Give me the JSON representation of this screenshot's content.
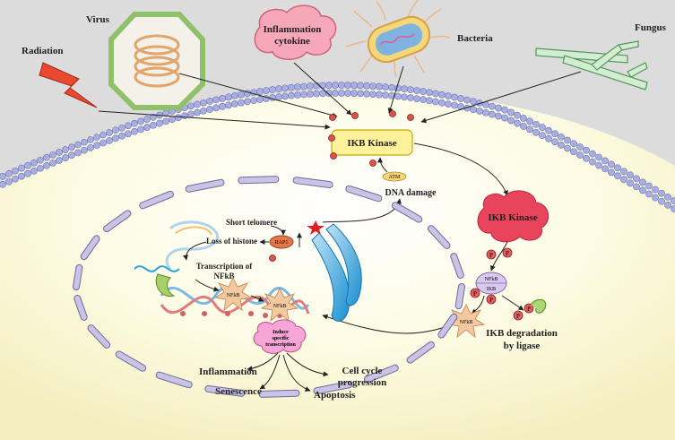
{
  "stimuli": {
    "virus": "Virus",
    "radiation": "Radiation",
    "inflammation_cytokine_line1": "Inflammation",
    "inflammation_cytokine_line2": "cytokine",
    "bacteria": "Bacteria",
    "fungus": "Fungus"
  },
  "membrane": {
    "ikb_kinase": "IKB Kinase"
  },
  "dna_response": {
    "atm": "ATM",
    "dna_damage": "DNA damage"
  },
  "cytoplasm": {
    "ikb_kinase_active": "IKB Kinase",
    "phospho_label": "P",
    "nfkb": "NFkB",
    "ikb": "IKB",
    "degradation_line1": "IKB degradation",
    "degradation_line2": "by ligase"
  },
  "nucleus": {
    "short_telomere": "Short telomere",
    "rap1": "RAP1",
    "loss_of_histone": "Loss of histone",
    "transcription_line1": "Transcription of",
    "transcription_line2": "NFkB",
    "nfkb_star1": "NFkB",
    "nfkb_star2": "NFkB",
    "induce_line1": "Induce",
    "induce_line2": "specific",
    "induce_line3": "transcription"
  },
  "outcomes": {
    "inflammation": "Inflammation",
    "senescence": "Senescence",
    "apoptosis": "Apoptosis",
    "cell_cycle_line1": "Cell cycle",
    "cell_cycle_line2": "progression"
  },
  "colors": {
    "background": "#dcdcdc",
    "cytoplasm": "#fdfbe0",
    "membrane": "#a9aee0",
    "kinase_box": "#fff29a",
    "kinase_cloud": "#e8455c",
    "phospho": "#e06060",
    "nfkb_star": "#f5c9a0",
    "nucleus_segment": "#c9c3e6"
  }
}
